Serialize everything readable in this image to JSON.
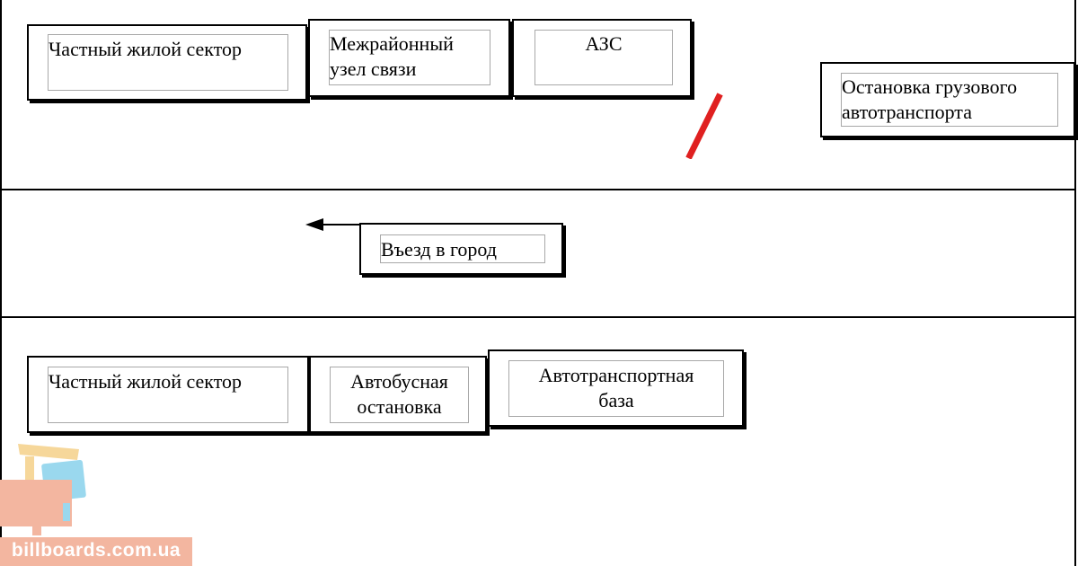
{
  "diagram": {
    "top_row": {
      "private_sector": "Частный жилой сектор",
      "comm_node": "Межрайонный\nузел связи",
      "gas_station": "АЗС",
      "truck_stop": "Остановка грузового\nавтотранспорта"
    },
    "middle_row": {
      "city_entrance": "Въезд в город"
    },
    "bottom_row": {
      "private_sector": "Частный жилой сектор",
      "bus_stop": "Автобусная\nостановка",
      "motor_depot": "Автотранспортная\nбаза"
    }
  },
  "watermark": {
    "text": "billboards.com.ua"
  },
  "colors": {
    "red_mark": "#e02020",
    "logo_pink": "#f3b6a0",
    "logo_blue": "#9ad8ee",
    "logo_yellow": "#f6d79a"
  }
}
